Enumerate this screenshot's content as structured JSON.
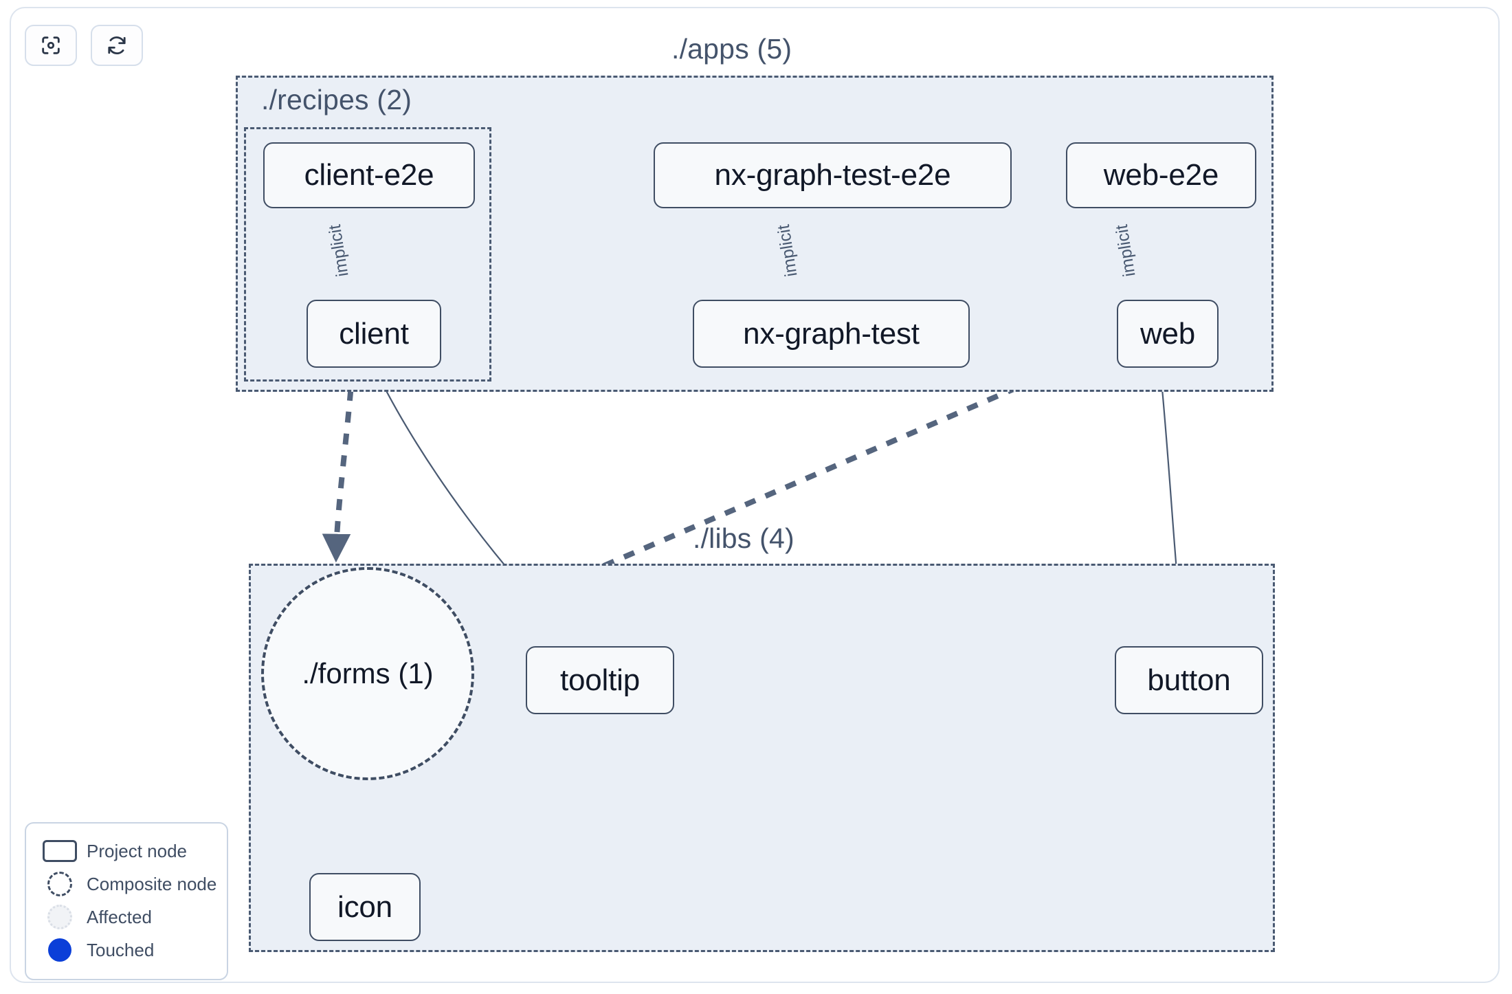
{
  "toolbar": {
    "buttons": [
      {
        "name": "focus-graph-button",
        "icon": "focus-scan-icon"
      },
      {
        "name": "refresh-graph-button",
        "icon": "refresh-icon"
      }
    ]
  },
  "graph": {
    "groups": [
      {
        "id": "apps",
        "label": "./apps (5)"
      },
      {
        "id": "recipes",
        "label": "./recipes (2)"
      },
      {
        "id": "libs",
        "label": "./libs (4)"
      }
    ],
    "nodes": [
      {
        "id": "client-e2e",
        "label": "client-e2e",
        "type": "project"
      },
      {
        "id": "nx-graph-test-e2e",
        "label": "nx-graph-test-e2e",
        "type": "project"
      },
      {
        "id": "web-e2e",
        "label": "web-e2e",
        "type": "project"
      },
      {
        "id": "client",
        "label": "client",
        "type": "project"
      },
      {
        "id": "nx-graph-test",
        "label": "nx-graph-test",
        "type": "project"
      },
      {
        "id": "web",
        "label": "web",
        "type": "project"
      },
      {
        "id": "forms",
        "label": "./forms (1)",
        "type": "composite"
      },
      {
        "id": "tooltip",
        "label": "tooltip",
        "type": "project"
      },
      {
        "id": "button",
        "label": "button",
        "type": "project"
      },
      {
        "id": "icon",
        "label": "icon",
        "type": "project"
      }
    ],
    "edges": [
      {
        "from": "client-e2e",
        "to": "client",
        "label": "implicit",
        "style": "thin"
      },
      {
        "from": "nx-graph-test-e2e",
        "to": "nx-graph-test",
        "label": "implicit",
        "style": "thin"
      },
      {
        "from": "web-e2e",
        "to": "web",
        "label": "implicit",
        "style": "thin"
      },
      {
        "from": "client",
        "to": "forms",
        "label": "",
        "style": "thick-dashed"
      },
      {
        "from": "client",
        "to": "tooltip",
        "label": "",
        "style": "thin"
      },
      {
        "from": "web",
        "to": "forms",
        "label": "",
        "style": "thick-dashed"
      },
      {
        "from": "web",
        "to": "button",
        "label": "",
        "style": "thin"
      },
      {
        "from": "forms",
        "to": "icon",
        "label": "",
        "style": "thick-dashed"
      }
    ]
  },
  "legend": {
    "items": [
      {
        "label": "Project node",
        "swatch": "project-node-swatch"
      },
      {
        "label": "Composite node",
        "swatch": "composite-node-swatch"
      },
      {
        "label": "Affected",
        "swatch": "affected-swatch"
      },
      {
        "label": "Touched",
        "swatch": "touched-swatch"
      }
    ]
  },
  "colors": {
    "group_fill": "#eaeff6",
    "group_border": "#4a5a72",
    "node_fill": "#f7f9fb",
    "node_border": "#3f4d63",
    "edge": "#4a5a72",
    "touched": "#0b3fd8",
    "canvas_border": "#dde4ee"
  }
}
